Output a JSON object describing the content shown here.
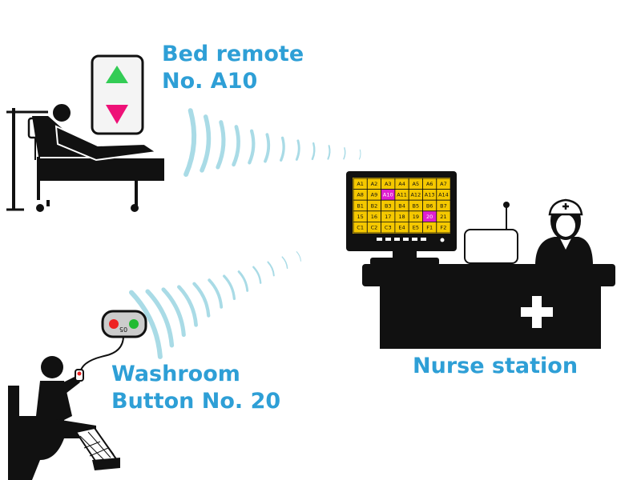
{
  "labels": {
    "bed_remote_line1": "Bed remote",
    "bed_remote_line2": "No. A10",
    "washroom_line1": "Washroom",
    "washroom_line2": "Button No. 20",
    "nurse_station": "Nurse station",
    "button_code": "05"
  },
  "colors": {
    "label": "#2e9fd6",
    "signal_wave": "#a9dbe6",
    "monitor_panel": "#f5c800",
    "highlight": "#e020d0",
    "silhouette": "#111111",
    "arrow_up": "#33cc55",
    "arrow_down": "#ee1177"
  },
  "monitor": {
    "rows": [
      [
        "A1",
        "A2",
        "A3",
        "A4",
        "A5",
        "A6",
        "A7"
      ],
      [
        "A8",
        "A9",
        "A10",
        "A11",
        "A12",
        "A13",
        "A14"
      ],
      [
        "B1",
        "B2",
        "B3",
        "B4",
        "B5",
        "B6",
        "B7"
      ],
      [
        "15",
        "16",
        "17",
        "18",
        "19",
        "20",
        "21"
      ],
      [
        "C1",
        "C2",
        "C3",
        "E4",
        "E5",
        "F1",
        "F2"
      ]
    ],
    "highlighted": [
      "A10",
      "20"
    ]
  },
  "icons": {
    "bed_patient": "patient-in-bed-icon",
    "bed_remote": "up-down-remote-icon",
    "toilet_patient": "patient-on-toilet-icon",
    "call_button": "call-button-icon",
    "monitor": "monitor-icon",
    "receiver": "receiver-icon",
    "nurse": "nurse-icon",
    "desk": "desk-icon",
    "cross": "medical-cross-icon"
  }
}
